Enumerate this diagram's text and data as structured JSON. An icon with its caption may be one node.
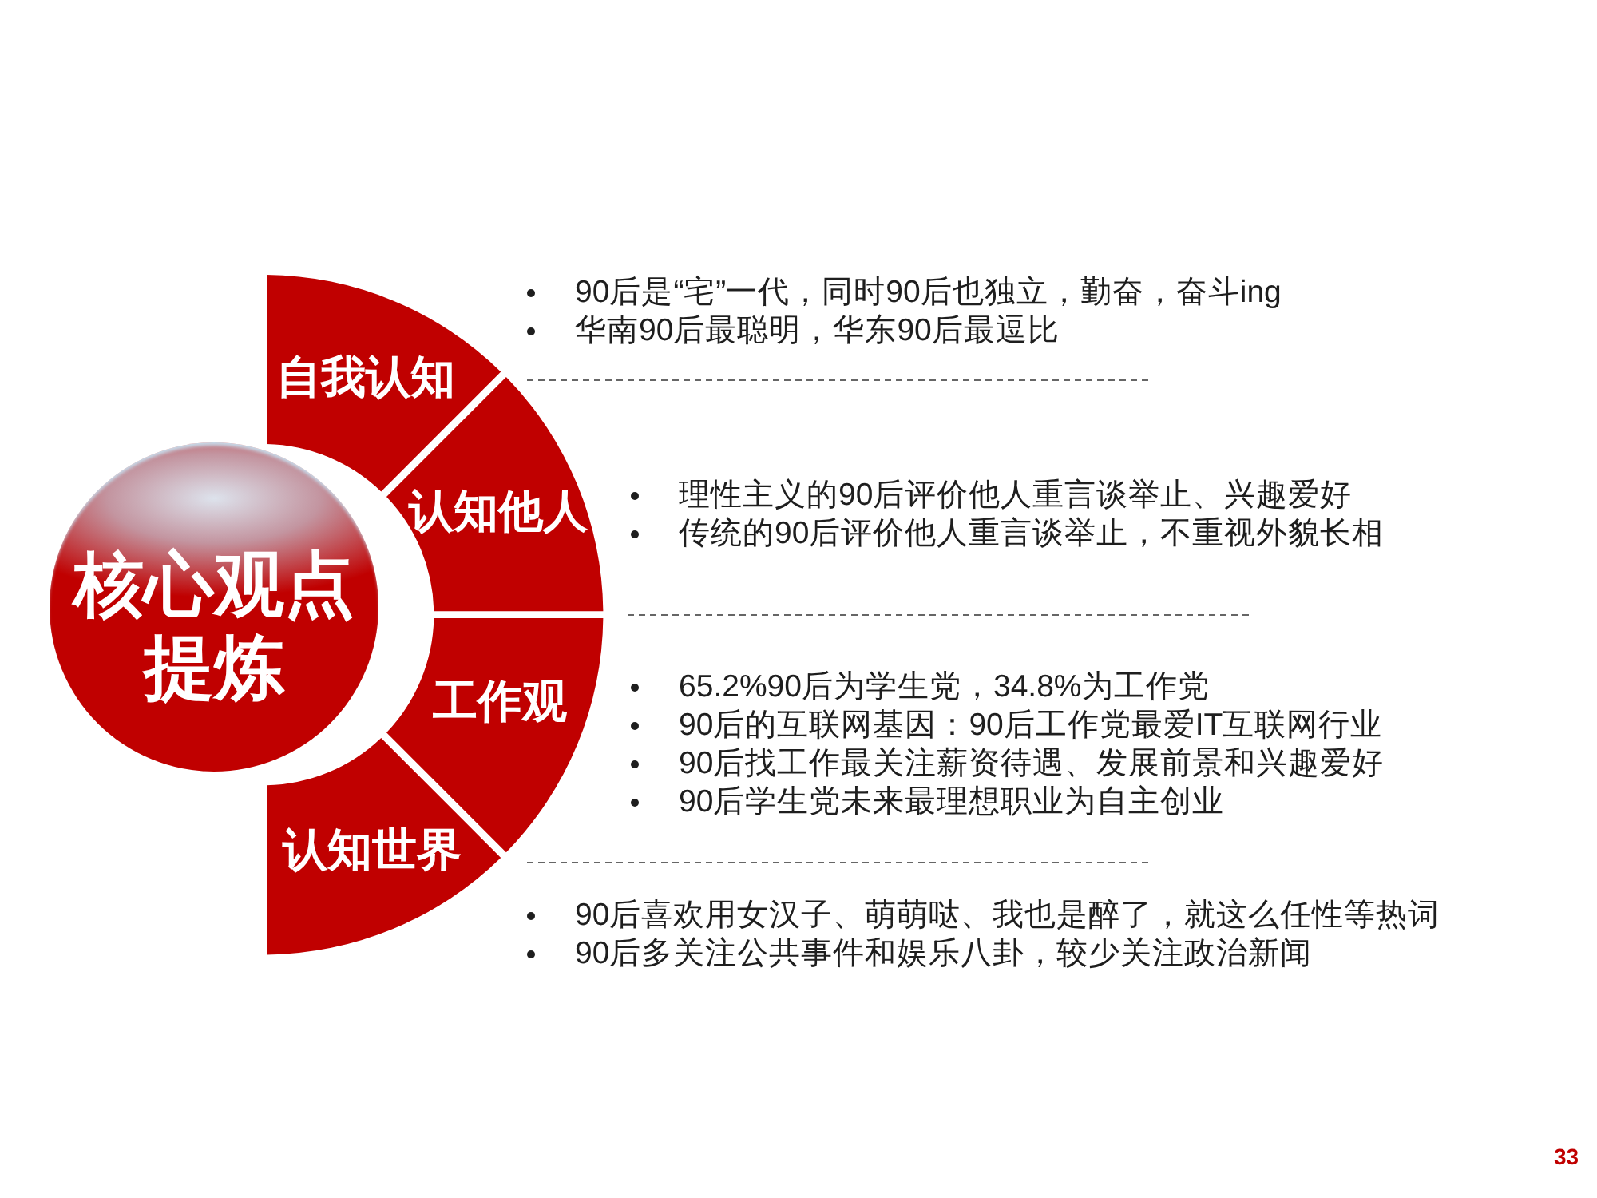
{
  "diagram": {
    "nodes": [
      {
        "text": [
          "核心观点提炼"
        ]
      },
      {
        "text": [
          "自我认知"
        ],
        "beside": [
          "90后是“宅”一代，同时90后也独立，勤奋，奋斗ing",
          "华南90后最聪明，华东90后最逗比"
        ]
      },
      {
        "text": [
          "认知他人"
        ],
        "beside": [
          "理性主义的90后评价他人重言谈举止、兴趣爱好",
          "传统的90后评价他人重言谈举止，不重视外貌长相"
        ]
      },
      {
        "text": [
          "工作观"
        ],
        "beside": [
          "65.2%90后为学生党，34.8%为工作党",
          "90后的互联网基因：90后工作党最爱IT互联网行业",
          "90后找工作最关注薪资待遇、发展前景和兴趣爱好",
          "90后学生党未来最理想职业为自主创业"
        ]
      },
      {
        "text": [
          "认知世界"
        ],
        "beside": [
          "90后喜欢用女汉子、萌萌哒、我也是醉了，就这么任性等热词",
          "90后多关注公共事件和娱乐八卦，较少关注政治新闻"
        ]
      }
    ],
    "labels": [
      "33"
    ]
  }
}
